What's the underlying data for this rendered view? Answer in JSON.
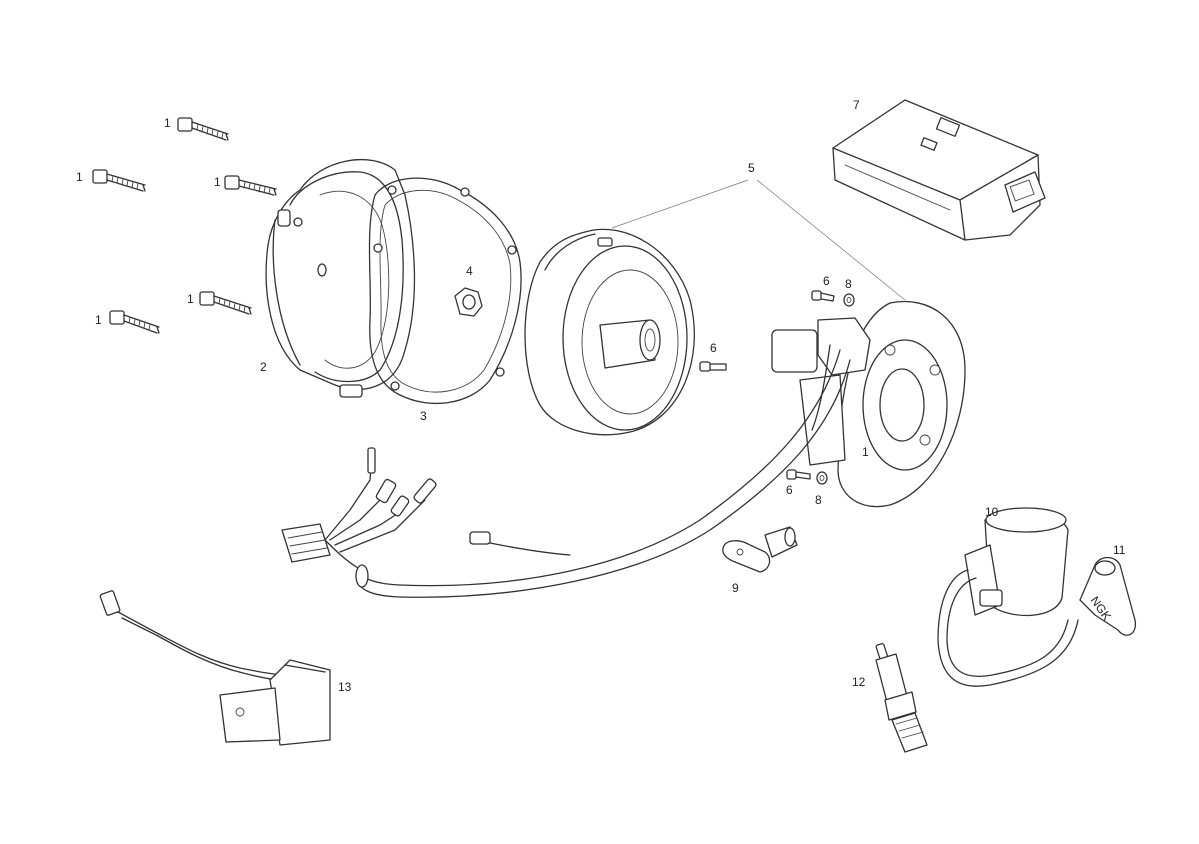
{
  "callouts": {
    "bolt_a": "1",
    "bolt_b": "1",
    "bolt_c": "1",
    "bolt_d": "1",
    "bolt_e": "1",
    "stator_1": "1",
    "cover": "2",
    "gasket": "3",
    "nut": "4",
    "flywheel_group": "5",
    "screw_mid": "6",
    "screw_top": "6",
    "screw_bottom": "6",
    "cdi_unit": "7",
    "washer_top": "8",
    "washer_bottom": "8",
    "pickup": "9",
    "ignition_coil": "10",
    "plug_cap": "11",
    "spark_plug": "12",
    "regulator": "13"
  },
  "colors": {
    "line": "#333333",
    "background": "#ffffff"
  }
}
